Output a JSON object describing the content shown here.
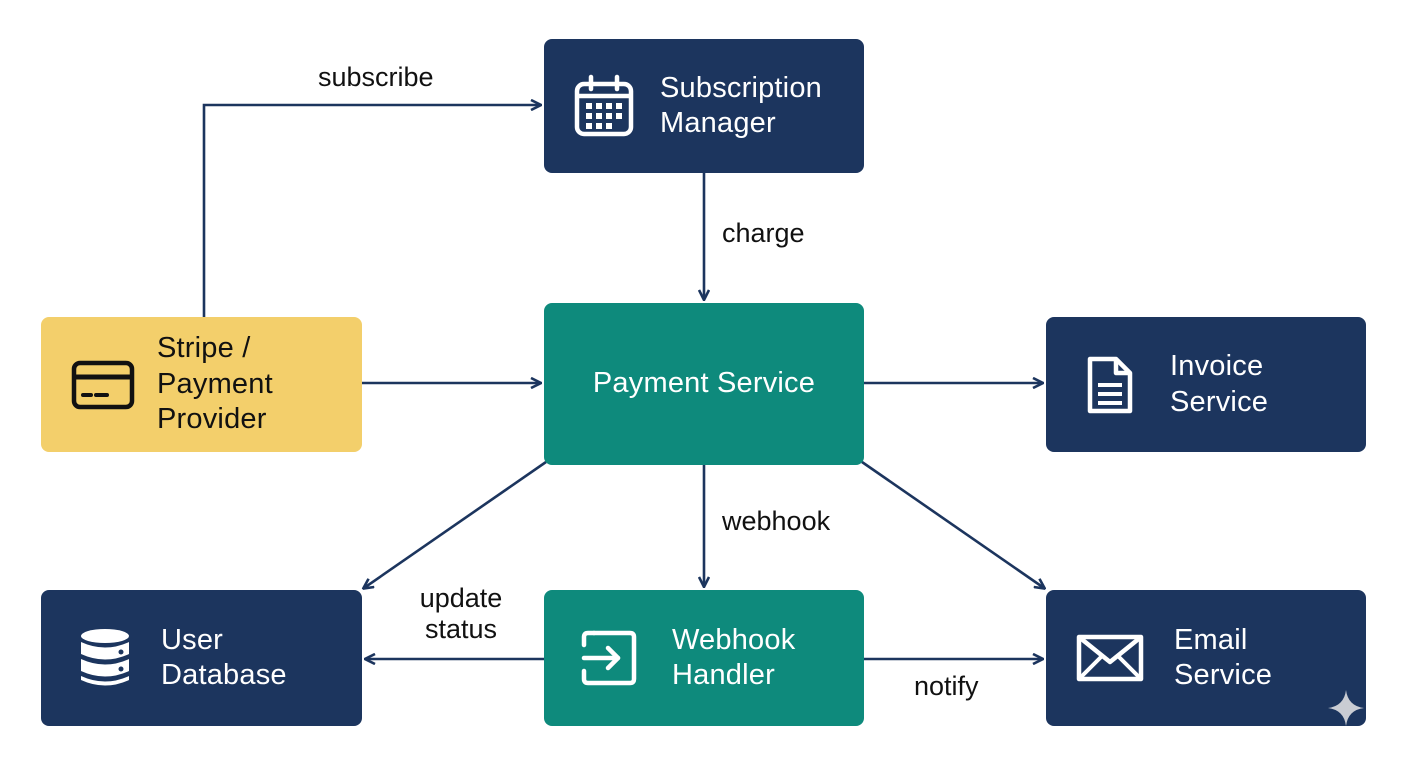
{
  "nodes": {
    "subscription_manager": {
      "label": "Subscription\nManager",
      "icon": "calendar-icon",
      "color": "#1c355e"
    },
    "stripe": {
      "label": "Stripe /\nPayment\nProvider",
      "icon": "credit-card-icon",
      "color": "#f3cf6b"
    },
    "payment_service": {
      "label": "Payment Service",
      "color": "#0e8a7c"
    },
    "invoice_service": {
      "label": "Invoice\nService",
      "icon": "document-icon",
      "color": "#1c355e"
    },
    "user_database": {
      "label": "User\nDatabase",
      "icon": "database-icon",
      "color": "#1c355e"
    },
    "webhook_handler": {
      "label": "Webhook\nHandler",
      "icon": "sign-in-icon",
      "color": "#0e8a7c"
    },
    "email_service": {
      "label": "Email\nService",
      "icon": "envelope-icon",
      "color": "#1c355e"
    }
  },
  "edges": {
    "subscribe": {
      "from": "Stripe / Payment Provider",
      "to": "Subscription Manager",
      "label": "subscribe"
    },
    "charge": {
      "from": "Subscription Manager",
      "to": "Payment Service",
      "label": "charge"
    },
    "stripe_to_payment": {
      "from": "Stripe / Payment Provider",
      "to": "Payment Service",
      "label": ""
    },
    "payment_to_invoice": {
      "from": "Payment Service",
      "to": "Invoice Service",
      "label": ""
    },
    "payment_to_userdb": {
      "from": "Payment Service",
      "to": "User Database",
      "label": ""
    },
    "webhook": {
      "from": "Payment Service",
      "to": "Webhook Handler",
      "label": "webhook"
    },
    "payment_to_email": {
      "from": "Payment Service",
      "to": "Email Service",
      "label": ""
    },
    "update_status": {
      "from": "Webhook Handler",
      "to": "User Database",
      "label": "update\nstatus"
    },
    "notify": {
      "from": "Webhook Handler",
      "to": "Email Service",
      "label": "notify"
    }
  },
  "colors": {
    "edge": "#1c355e",
    "navy": "#1c355e",
    "teal": "#0e8a7c",
    "gold": "#f3cf6b"
  }
}
